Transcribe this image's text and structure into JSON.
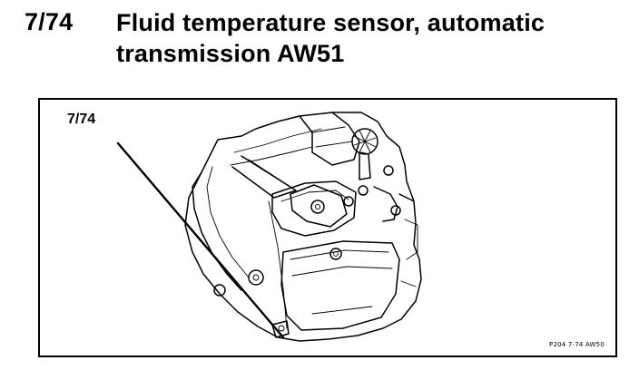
{
  "heading": {
    "code": "7/74",
    "title_line1": "Fluid temperature sensor, automatic",
    "title_line2": "transmission AW51"
  },
  "figure": {
    "callout_label": "7/74",
    "reference": "P204  7-74  AW50",
    "subject_icon": "automatic-transmission-line-drawing"
  }
}
